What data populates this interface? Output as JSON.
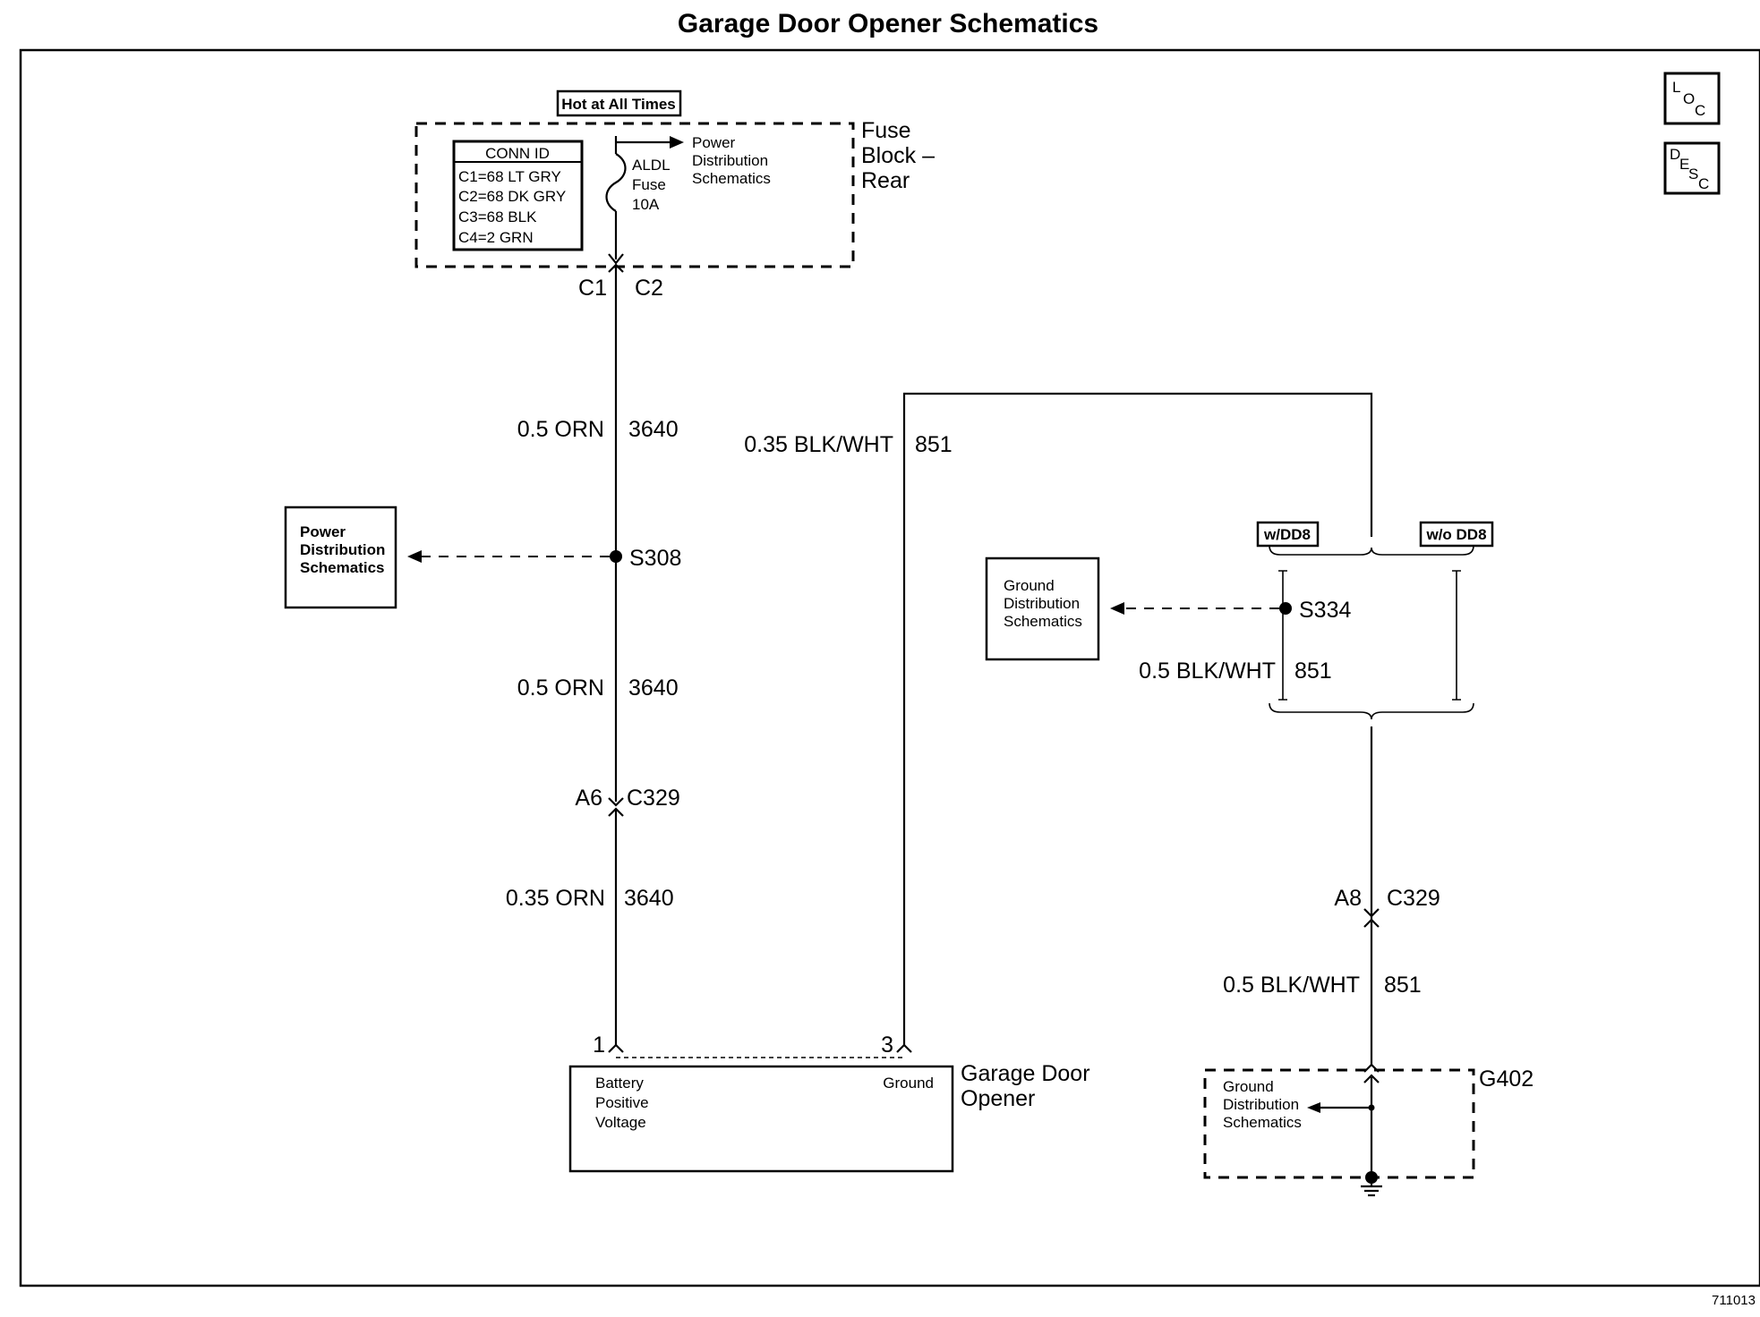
{
  "title": "Garage Door Opener Schematics",
  "figure_number": "711013",
  "icons": {
    "loc": [
      "L",
      "O",
      "C"
    ],
    "desc": [
      "D",
      "E",
      "S",
      "C"
    ]
  },
  "fuse_block": {
    "hot_label": "Hot at All Times",
    "name": [
      "Fuse",
      "Block –",
      "Rear"
    ],
    "fuse_name": [
      "ALDL",
      "Fuse",
      "10A"
    ],
    "power_ref": [
      "Power",
      "Distribution",
      "Schematics"
    ],
    "conn_id_title": "CONN ID",
    "conn_ids": [
      "C1=68 LT GRY",
      "C2=68 DK GRY",
      "C3=68 BLK",
      "C4=2 GRN"
    ],
    "connector_left": "C1",
    "connector_right": "C2"
  },
  "wires": {
    "w1": {
      "gauge": "0.5 ORN",
      "circuit": "3640"
    },
    "w2": {
      "gauge": "0.5 ORN",
      "circuit": "3640"
    },
    "w3": {
      "gauge": "0.35 ORN",
      "circuit": "3640"
    },
    "w4": {
      "gauge": "0.35 BLK/WHT",
      "circuit": "851"
    },
    "w5": {
      "gauge": "0.5 BLK/WHT",
      "circuit": "851"
    },
    "w6": {
      "gauge": "0.5 BLK/WHT",
      "circuit": "851"
    }
  },
  "splice_s308": "S308",
  "power_dist_ref": [
    "Power",
    "Distribution",
    "Schematics"
  ],
  "connector_c329_a6": {
    "pin": "A6",
    "name": "C329"
  },
  "options": {
    "with": "w/DD8",
    "without": "w/o DD8"
  },
  "splice_s334": "S334",
  "ground_dist_ref": [
    "Ground",
    "Distribution",
    "Schematics"
  ],
  "connector_c329_a8": {
    "pin": "A8",
    "name": "C329"
  },
  "garage_door_opener": {
    "name": [
      "Garage Door",
      "Opener"
    ],
    "pin1": "1",
    "pin3": "3",
    "left_label": [
      "Battery",
      "Positive",
      "Voltage"
    ],
    "right_label": "Ground"
  },
  "ground_g402": {
    "name": "G402",
    "ref": [
      "Ground",
      "Distribution",
      "Schematics"
    ]
  }
}
